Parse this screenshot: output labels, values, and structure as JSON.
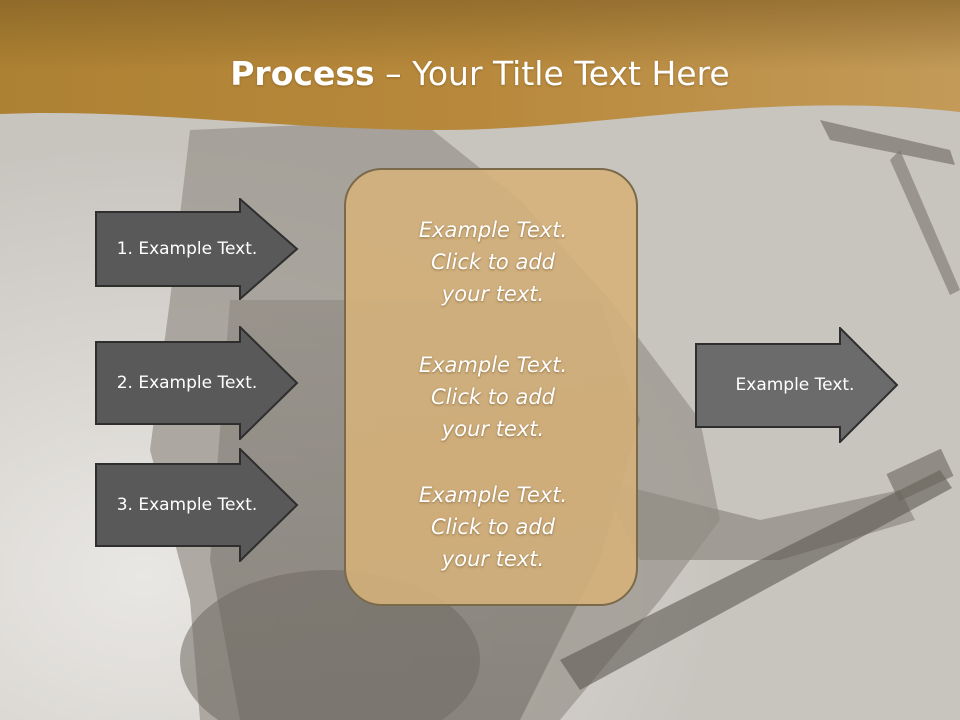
{
  "slide": {
    "title_bold": "Process",
    "title_rest": " – Your Title Text Here",
    "left_arrows": [
      {
        "label": "1. Example Text."
      },
      {
        "label": "2. Example Text."
      },
      {
        "label": "3. Example Text."
      }
    ],
    "center_blocks": [
      {
        "line1": "Example Text.",
        "line2": "Click  to add",
        "line3": "your text."
      },
      {
        "line1": "Example Text.",
        "line2": "Click  to add",
        "line3": "your text."
      },
      {
        "line1": "Example Text.",
        "line2": "Click  to add",
        "line3": "your text."
      }
    ],
    "right_arrow": {
      "label": "Example Text."
    }
  },
  "colors": {
    "title_band": "#b5883a",
    "arrow_fill_dark": "#5a5a5a",
    "arrow_fill_light": "#6c6c6c",
    "center_fill": "#d6b27a"
  }
}
